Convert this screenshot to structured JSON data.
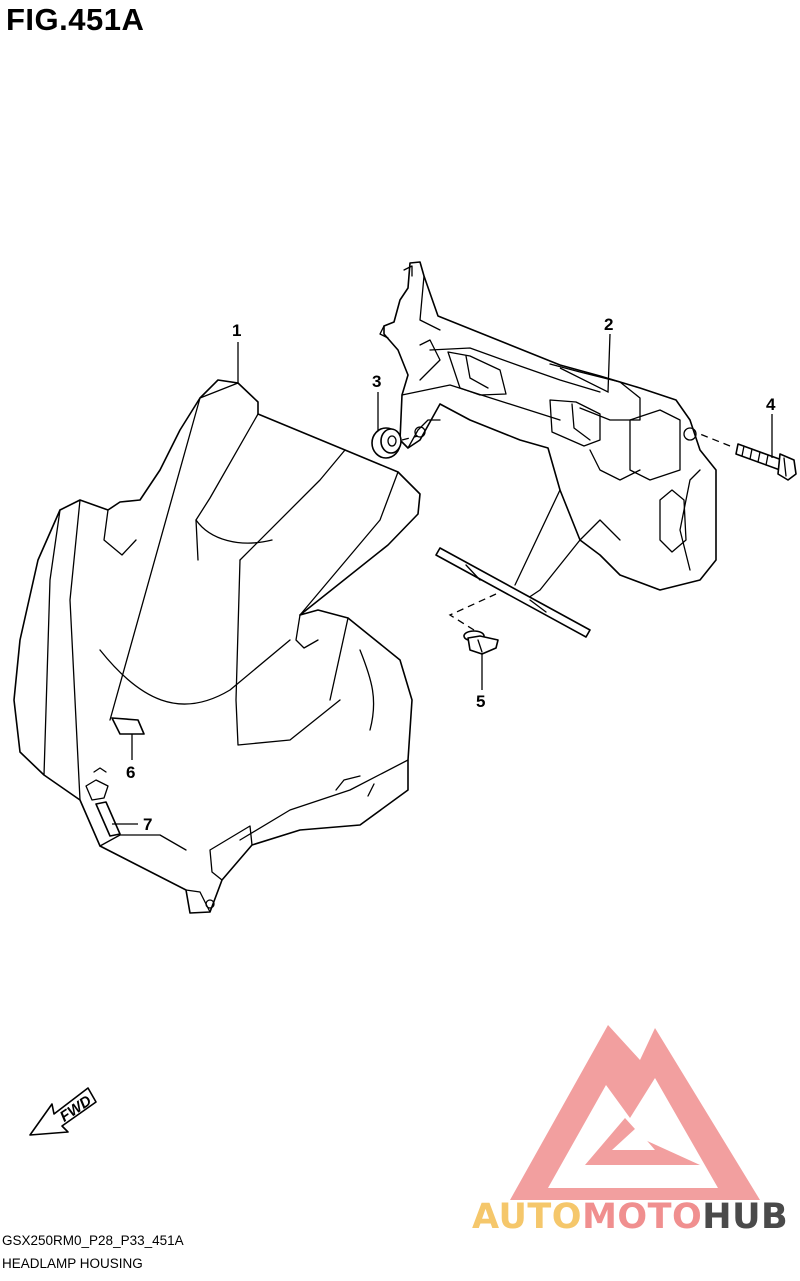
{
  "figure": {
    "title": "FIG.451A"
  },
  "callouts": [
    {
      "number": "1",
      "part": "headlamp housing cowl"
    },
    {
      "number": "2",
      "part": "headlamp bracket"
    },
    {
      "number": "3",
      "part": "grommet"
    },
    {
      "number": "4",
      "part": "bolt"
    },
    {
      "number": "5",
      "part": "clip"
    },
    {
      "number": "6",
      "part": "pad"
    },
    {
      "number": "7",
      "part": "pad"
    }
  ],
  "fwd_label": "FWD",
  "footer": {
    "code": "GSX250RM0_P28_P33_451A",
    "name": "HEADLAMP HOUSING"
  },
  "watermark": {
    "part1": "AUTO",
    "part2": "MOTO",
    "part3": "HUB",
    "color1": "#f5c76b",
    "color2": "#f08f8f",
    "color3": "#4a4a4a",
    "logo_color": "#f08f8f"
  }
}
